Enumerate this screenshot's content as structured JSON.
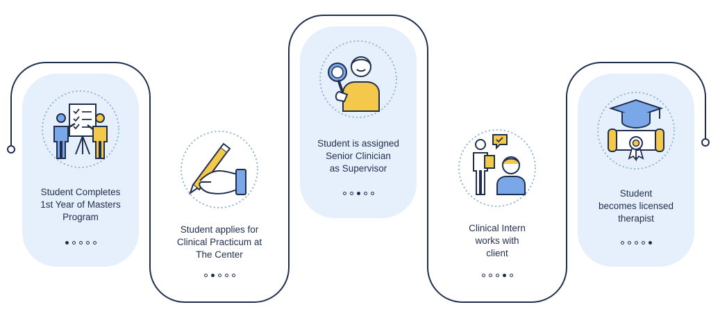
{
  "colors": {
    "navy": "#1f2d4d",
    "card_fill": "#e6f0fc",
    "accent_yellow": "#f4c84a",
    "accent_blue": "#7aa7e8",
    "ring_dots": "#8fb2d8"
  },
  "steps": [
    {
      "icon": "presentation-board-icon",
      "lines": [
        "Student Completes",
        "1st Year of Masters",
        "Program"
      ],
      "active_dot": 0
    },
    {
      "icon": "hand-writing-pen-icon",
      "lines": [
        "Student applies for",
        "Clinical Practicum at",
        "The Center"
      ],
      "active_dot": 1
    },
    {
      "icon": "person-magnifier-icon",
      "lines": [
        "Student is assigned",
        "Senior Clinician",
        "as Supervisor"
      ],
      "active_dot": 2
    },
    {
      "icon": "consultation-icon",
      "lines": [
        "Clinical Intern",
        "works with",
        "client"
      ],
      "active_dot": 3
    },
    {
      "icon": "graduation-diploma-icon",
      "lines": [
        "Student",
        "becomes licensed",
        "therapist"
      ],
      "active_dot": 4
    }
  ]
}
